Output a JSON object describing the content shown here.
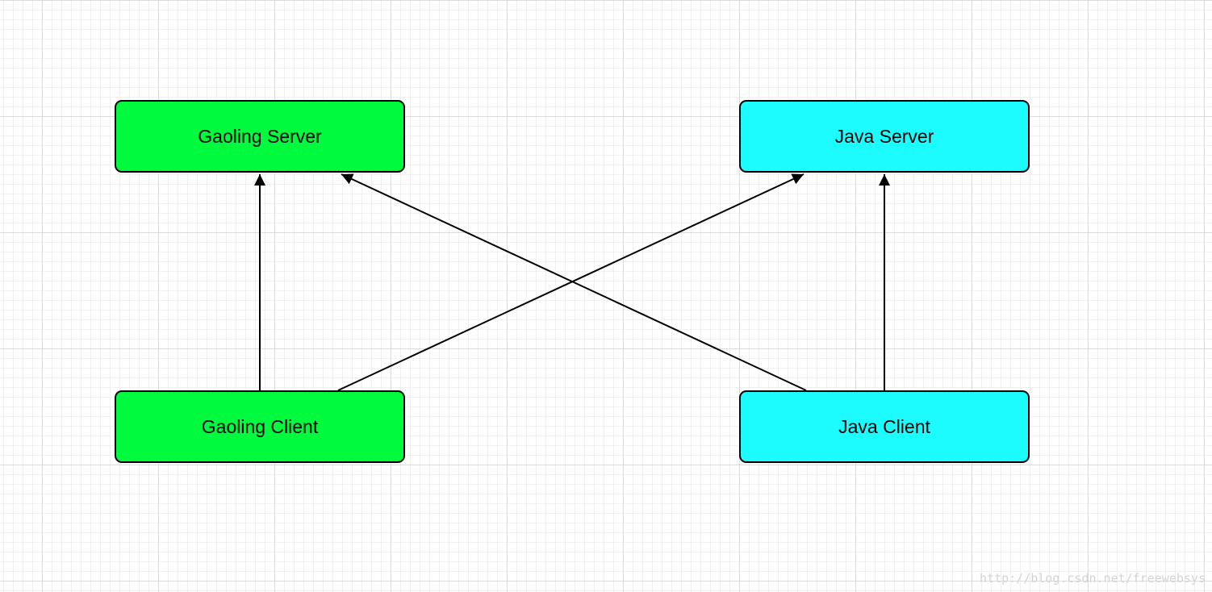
{
  "nodes": {
    "gaoling_server": {
      "label": "Gaoling Server",
      "color": "#00fa3e"
    },
    "java_server": {
      "label": "Java Server",
      "color": "#1cfcff"
    },
    "gaoling_client": {
      "label": "Gaoling Client",
      "color": "#00fa3e"
    },
    "java_client": {
      "label": "Java Client",
      "color": "#1cfcff"
    }
  },
  "edges": [
    {
      "from": "Gaoling Client",
      "to": "Gaoling Server"
    },
    {
      "from": "Gaoling Client",
      "to": "Java Server"
    },
    {
      "from": "Java Client",
      "to": "Java Server"
    },
    {
      "from": "Java Client",
      "to": "Gaoling Server"
    }
  ],
  "colors": {
    "edge": "#000000",
    "border": "#000000",
    "grid": "#dcdcdc"
  },
  "watermark": "http://blog.csdn.net/freewebsys"
}
